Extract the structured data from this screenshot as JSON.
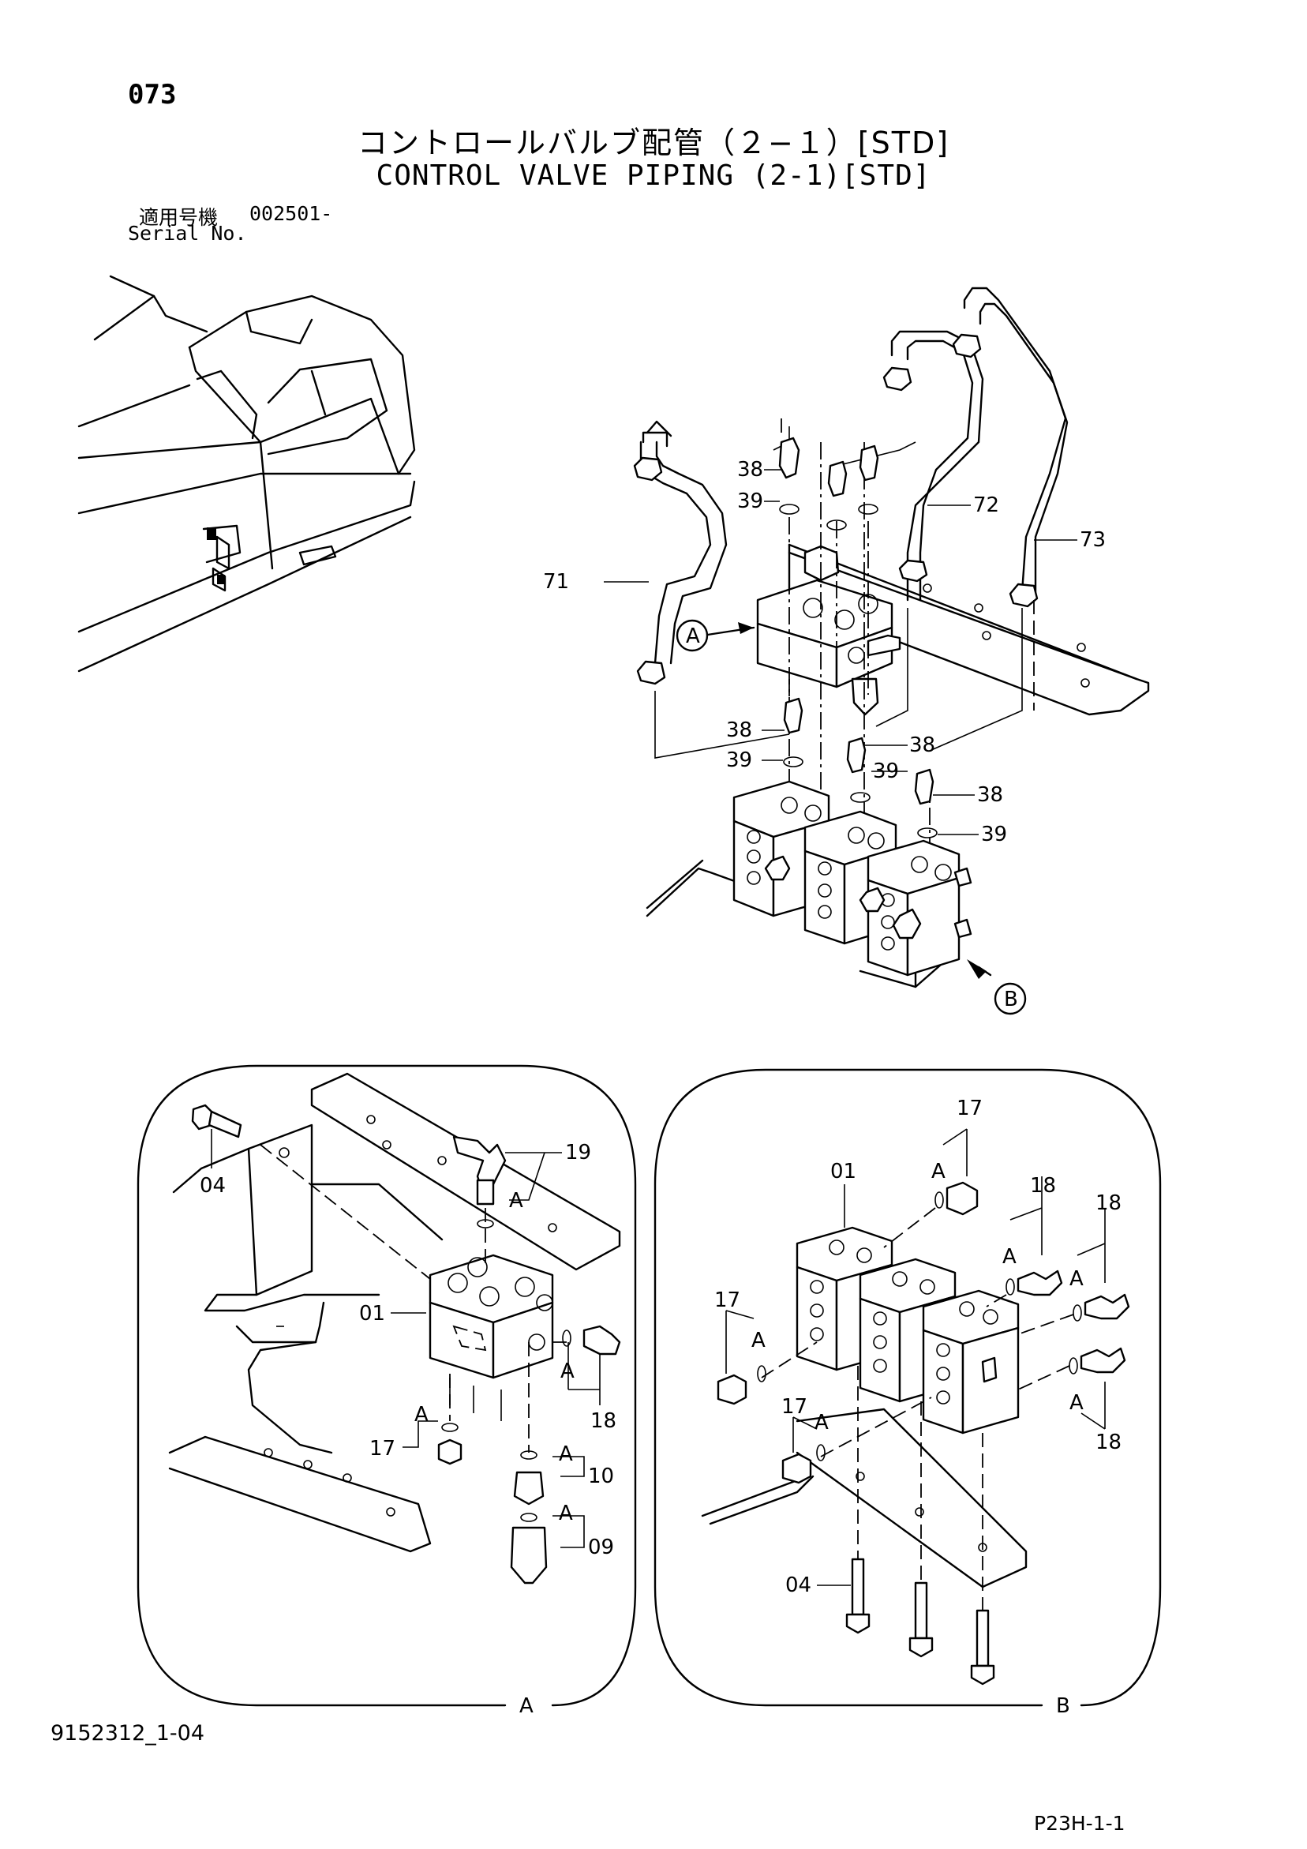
{
  "header": {
    "page_number": "073",
    "title_jp": "コントロールバルブ配管（２−１）[STD]",
    "title_en": "CONTROL VALVE PIPING (2-1)[STD]",
    "serial_label_jp": "適用号機",
    "serial_value": "002501-",
    "serial_label_en": "Serial No."
  },
  "callouts_main": {
    "p71": "71",
    "p72": "72",
    "p73": "73",
    "p38a": "38",
    "p39a": "39",
    "p38b": "38",
    "p39b": "39",
    "p38c": "38",
    "p39c": "39",
    "p38d": "38",
    "p39d": "39",
    "detail_a": "A",
    "detail_b": "B"
  },
  "callouts_a": {
    "p04": "04",
    "p19": "19",
    "pA1": "A",
    "p01": "01",
    "p18": "18",
    "pA2": "A",
    "pA3": "A",
    "p17": "17",
    "pA4": "A",
    "p10": "10",
    "pA5": "A",
    "p09": "09",
    "frame_label": "A"
  },
  "callouts_b": {
    "p17a": "17",
    "pAa": "A",
    "p01": "01",
    "p18a": "18",
    "pAb": "A",
    "p18b": "18",
    "pAc": "A",
    "p17b": "17",
    "pAd": "A",
    "p17c": "17",
    "pAe": "A",
    "pAf": "A",
    "p18c": "18",
    "p04": "04",
    "frame_label": "B"
  },
  "footer": {
    "drawing_code": "9152312_1-04",
    "page_code": "P23H-1-1"
  }
}
